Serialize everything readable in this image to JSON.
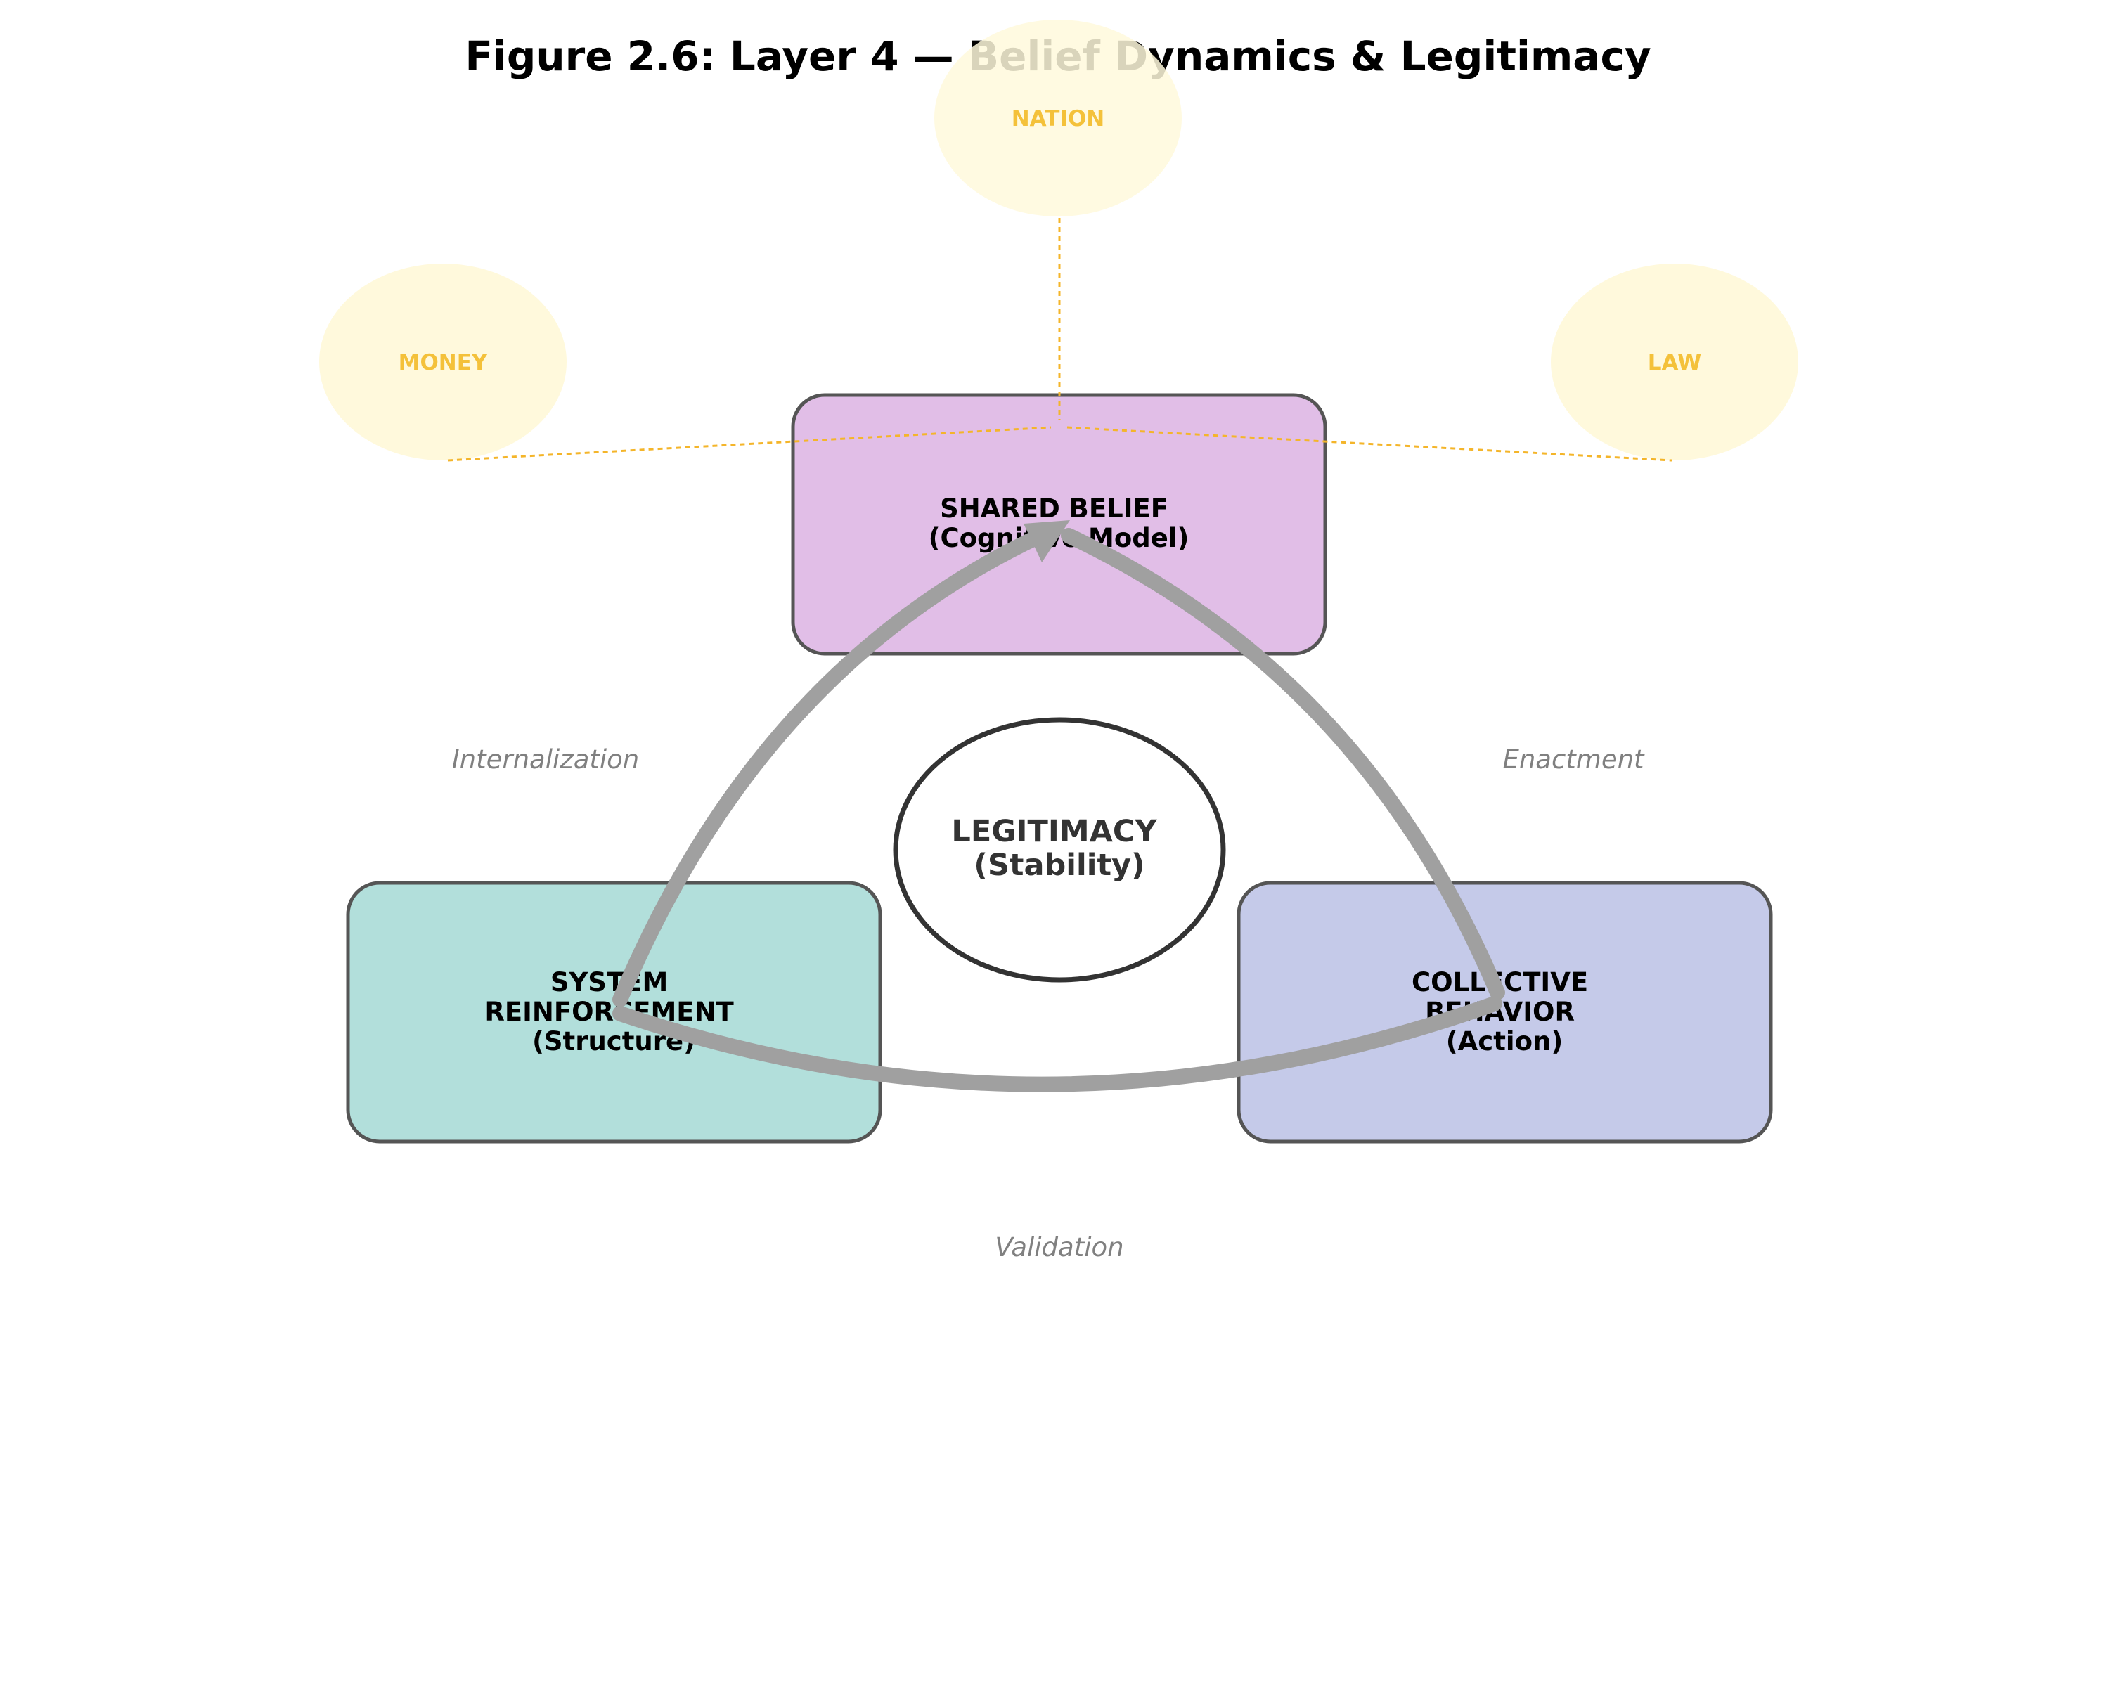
{
  "title": "Figure 2.6: Layer 4 — Belief Dynamics & Legitimacy",
  "colors": {
    "concept_fill": "#fff9dc",
    "concept_text": "#f4c13a",
    "connector": "#f4b52a",
    "box_stroke": "#555555",
    "arrow": "#a0a0a0",
    "center_stroke": "#333333"
  },
  "concepts": [
    {
      "id": "nation",
      "label": "NATION"
    },
    {
      "id": "money",
      "label": "MONEY"
    },
    {
      "id": "law",
      "label": "LAW"
    }
  ],
  "nodes": [
    {
      "id": "shared-belief",
      "lines": [
        "SHARED BELIEF",
        "(Cognitive Model)"
      ],
      "fill": "#e1bee7"
    },
    {
      "id": "system-reinforcement",
      "lines": [
        "SYSTEM",
        "REINFORCEMENT",
        "(Structure)"
      ],
      "fill": "#b2dfdb"
    },
    {
      "id": "collective-behavior",
      "lines": [
        "COLLECTIVE",
        "BEHAVIOR",
        "(Action)"
      ],
      "fill": "#c5cae9"
    }
  ],
  "center": {
    "lines": [
      "LEGITIMACY",
      "(Stability)"
    ]
  },
  "edges": [
    {
      "id": "internalization",
      "from": "system-reinforcement",
      "to": "shared-belief",
      "label": "Internalization"
    },
    {
      "id": "enactment",
      "from": "shared-belief",
      "to": "collective-behavior",
      "label": "Enactment"
    },
    {
      "id": "validation",
      "from": "collective-behavior",
      "to": "system-reinforcement",
      "label": "Validation"
    }
  ]
}
